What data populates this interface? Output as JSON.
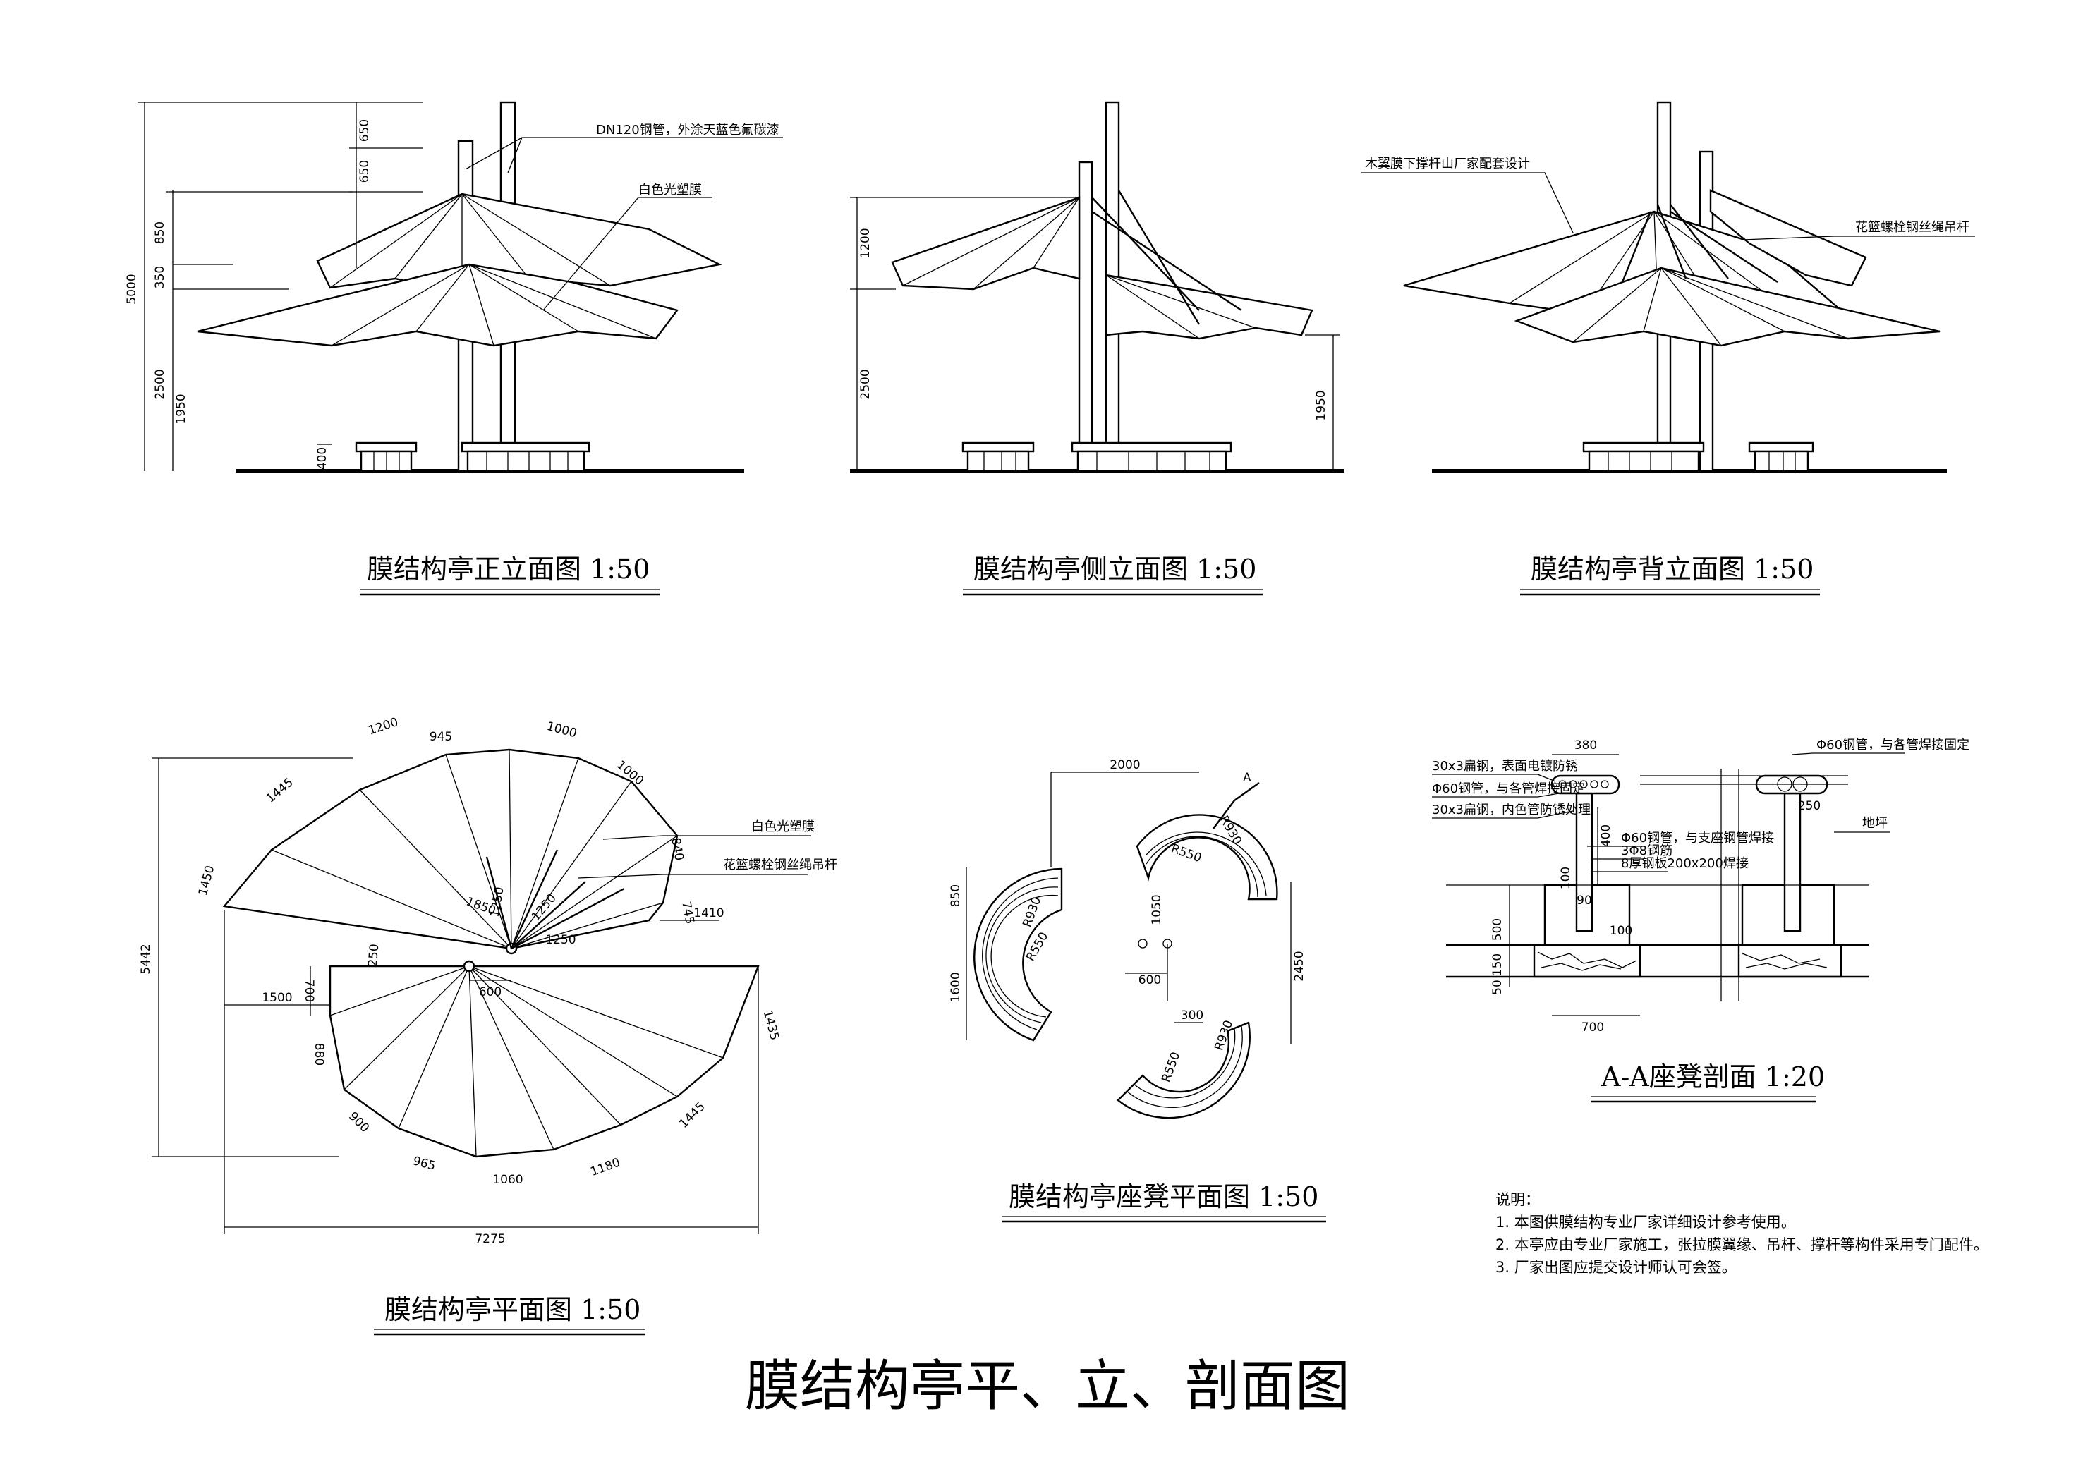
{
  "sheet_title": "膜结构亭平、立、剖面图",
  "front_elev": {
    "caption": "膜结构亭正立面图  1:50",
    "dims": [
      "650",
      "650",
      "850",
      "350",
      "2500",
      "1950",
      "400",
      "5000"
    ],
    "notes": [
      "DN120钢管，外涂天蓝色氟碳漆",
      "白色光塑膜"
    ]
  },
  "side_elev": {
    "caption": "膜结构亭侧立面图  1:50",
    "dims": [
      "1200",
      "2500",
      "1950"
    ]
  },
  "back_elev": {
    "caption": "膜结构亭背立面图  1:50",
    "notes": [
      "木翼膜下撑杆山厂家配套设计",
      "花篮螺栓钢丝绳吊杆"
    ]
  },
  "plan": {
    "caption": "膜结构亭平面图  1:50",
    "dims": [
      "945",
      "1200",
      "1000",
      "1445",
      "1000",
      "840",
      "1450",
      "745",
      "1410",
      "1850",
      "1250",
      "1250",
      "1250",
      "250",
      "1500",
      "700",
      "600",
      "1435",
      "880",
      "900",
      "965",
      "1060",
      "1180",
      "1445",
      "5442",
      "7275"
    ],
    "notes": [
      "白色光塑膜",
      "花篮螺栓钢丝绳吊杆"
    ]
  },
  "bench_plan": {
    "caption": "膜结构亭座凳平面图  1:50",
    "dims": [
      "2000",
      "850",
      "1600",
      "1050",
      "600",
      "2450",
      "300",
      "R930",
      "R550",
      "R550",
      "R930",
      "R550",
      "R930"
    ],
    "section_mark": "A"
  },
  "section": {
    "caption": "A-A座凳剖面  1:20",
    "dims": [
      "380",
      "400",
      "100",
      "90",
      "100",
      "500",
      "150",
      "50",
      "700",
      "250"
    ],
    "notes": [
      "30x3扁钢，表面电镀防锈",
      "Φ60钢管，与各管焊接固定",
      "30x3扁钢，内色管防锈处理",
      "Φ60钢管，与支座钢管焊接",
      "3Φ8钢筋",
      "8厚钢板200x200焊接",
      "Φ60钢管，与各管焊接固定",
      "地坪"
    ]
  },
  "explanation": {
    "heading": "说明：",
    "items": [
      "1. 本图供膜结构专业厂家详细设计参考使用。",
      "2. 本亭应由专业厂家施工，张拉膜翼缘、吊杆、撑杆等构件采用专门配件。",
      "3. 厂家出图应提交设计师认可会签。"
    ]
  }
}
